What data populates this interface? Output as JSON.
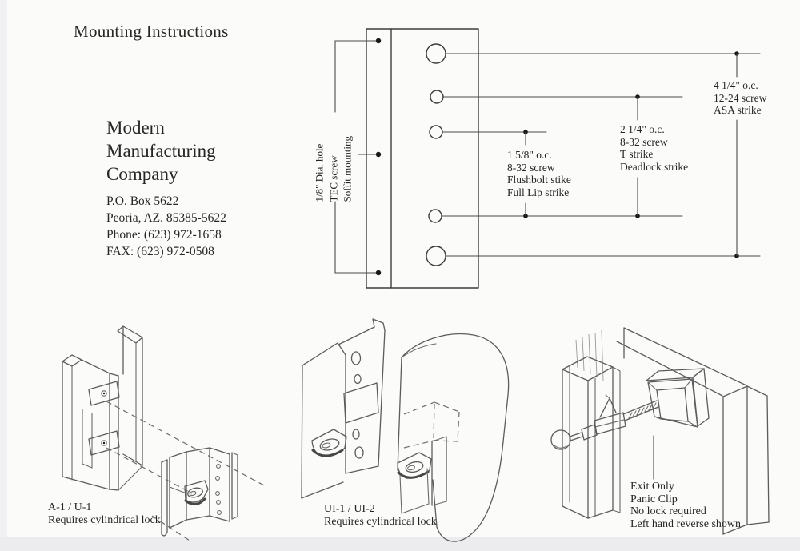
{
  "page": {
    "title": "Mounting Instructions",
    "company": {
      "name_lines": [
        "Modern",
        "Manufacturing",
        "Company"
      ],
      "address_lines": [
        "P.O. Box 5622",
        "Peoria, AZ. 85385-5622",
        "Phone: (623) 972-1658",
        "FAX: (623) 972-0508"
      ]
    }
  },
  "diagram": {
    "rotated_note_lines": [
      "1/8\" Dia. hole",
      "TEC screw",
      "Soffit mounting"
    ],
    "callouts": [
      {
        "lines": [
          "1 5/8\" o.c.",
          "8-32 screw",
          "Flushbolt stike",
          "Full Lip strike"
        ]
      },
      {
        "lines": [
          "2 1/4\" o.c.",
          "8-32 screw",
          "T strike",
          "Deadlock strike"
        ]
      },
      {
        "lines": [
          "4 1/4\" o.c.",
          "12-24 screw",
          "ASA strike"
        ]
      }
    ]
  },
  "figures": [
    {
      "caption_lines": [
        "A-1 / U-1",
        "Requires cylindrical lock"
      ]
    },
    {
      "caption_lines": [
        "UI-1 / UI-2",
        "Requires cylindrical lock"
      ]
    },
    {
      "caption_lines": [
        "Exit Only",
        "Panic Clip",
        "No lock required",
        "Left hand reverse shown"
      ]
    }
  ],
  "colors": {
    "ink": "#3d3d3d",
    "sketch": "#5c5c5c",
    "page_bg": "#fbfbfa",
    "edge_strip": "#ececef"
  }
}
